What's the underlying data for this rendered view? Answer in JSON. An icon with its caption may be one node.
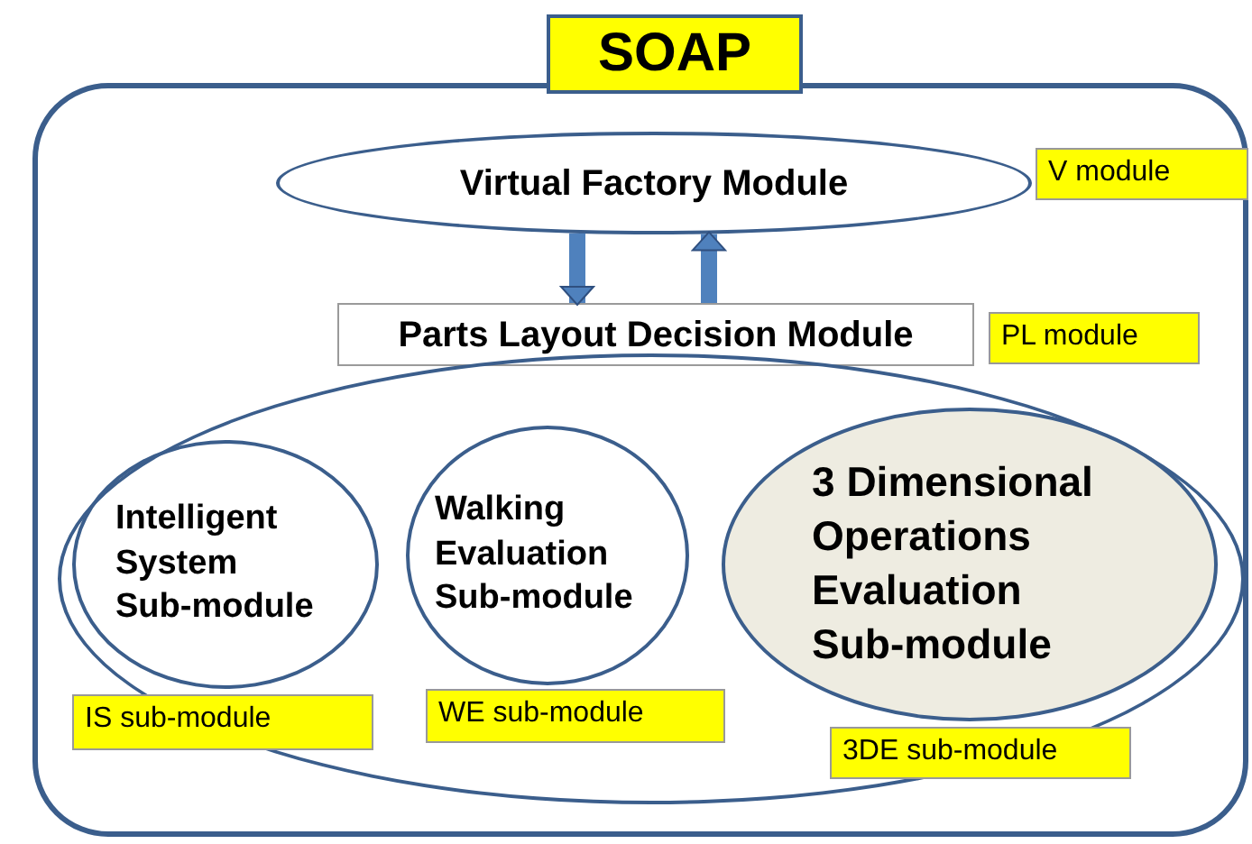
{
  "diagram": {
    "nodes": [
      {
        "text": [
          "SOAP"
        ]
      },
      {
        "text": [
          "Virtual Factory Module"
        ],
        "in": 0,
        "beside": [
          "V module"
        ]
      },
      {
        "text": [
          "Parts Layout Decision Module"
        ],
        "in": 0,
        "beside": [
          "PL module"
        ]
      },
      {
        "text": [],
        "shape": "ellipse",
        "in": 0
      },
      {
        "text": [
          "Intelligent System Sub-module"
        ],
        "in": 3,
        "beside": [
          "IS sub-module"
        ]
      },
      {
        "text": [
          "Walking Evaluation Sub-module"
        ],
        "in": 3,
        "beside": [
          "WE sub-module"
        ]
      },
      {
        "text": [
          "3 Dimensional Operations Evaluation Sub-module"
        ],
        "in": 3,
        "beside": [
          "3DE sub-module"
        ]
      }
    ],
    "edges": [
      {
        "from": 1,
        "to": 2,
        "arrow": "to"
      },
      {
        "from": 2,
        "to": 1,
        "arrow": "to"
      }
    ]
  }
}
